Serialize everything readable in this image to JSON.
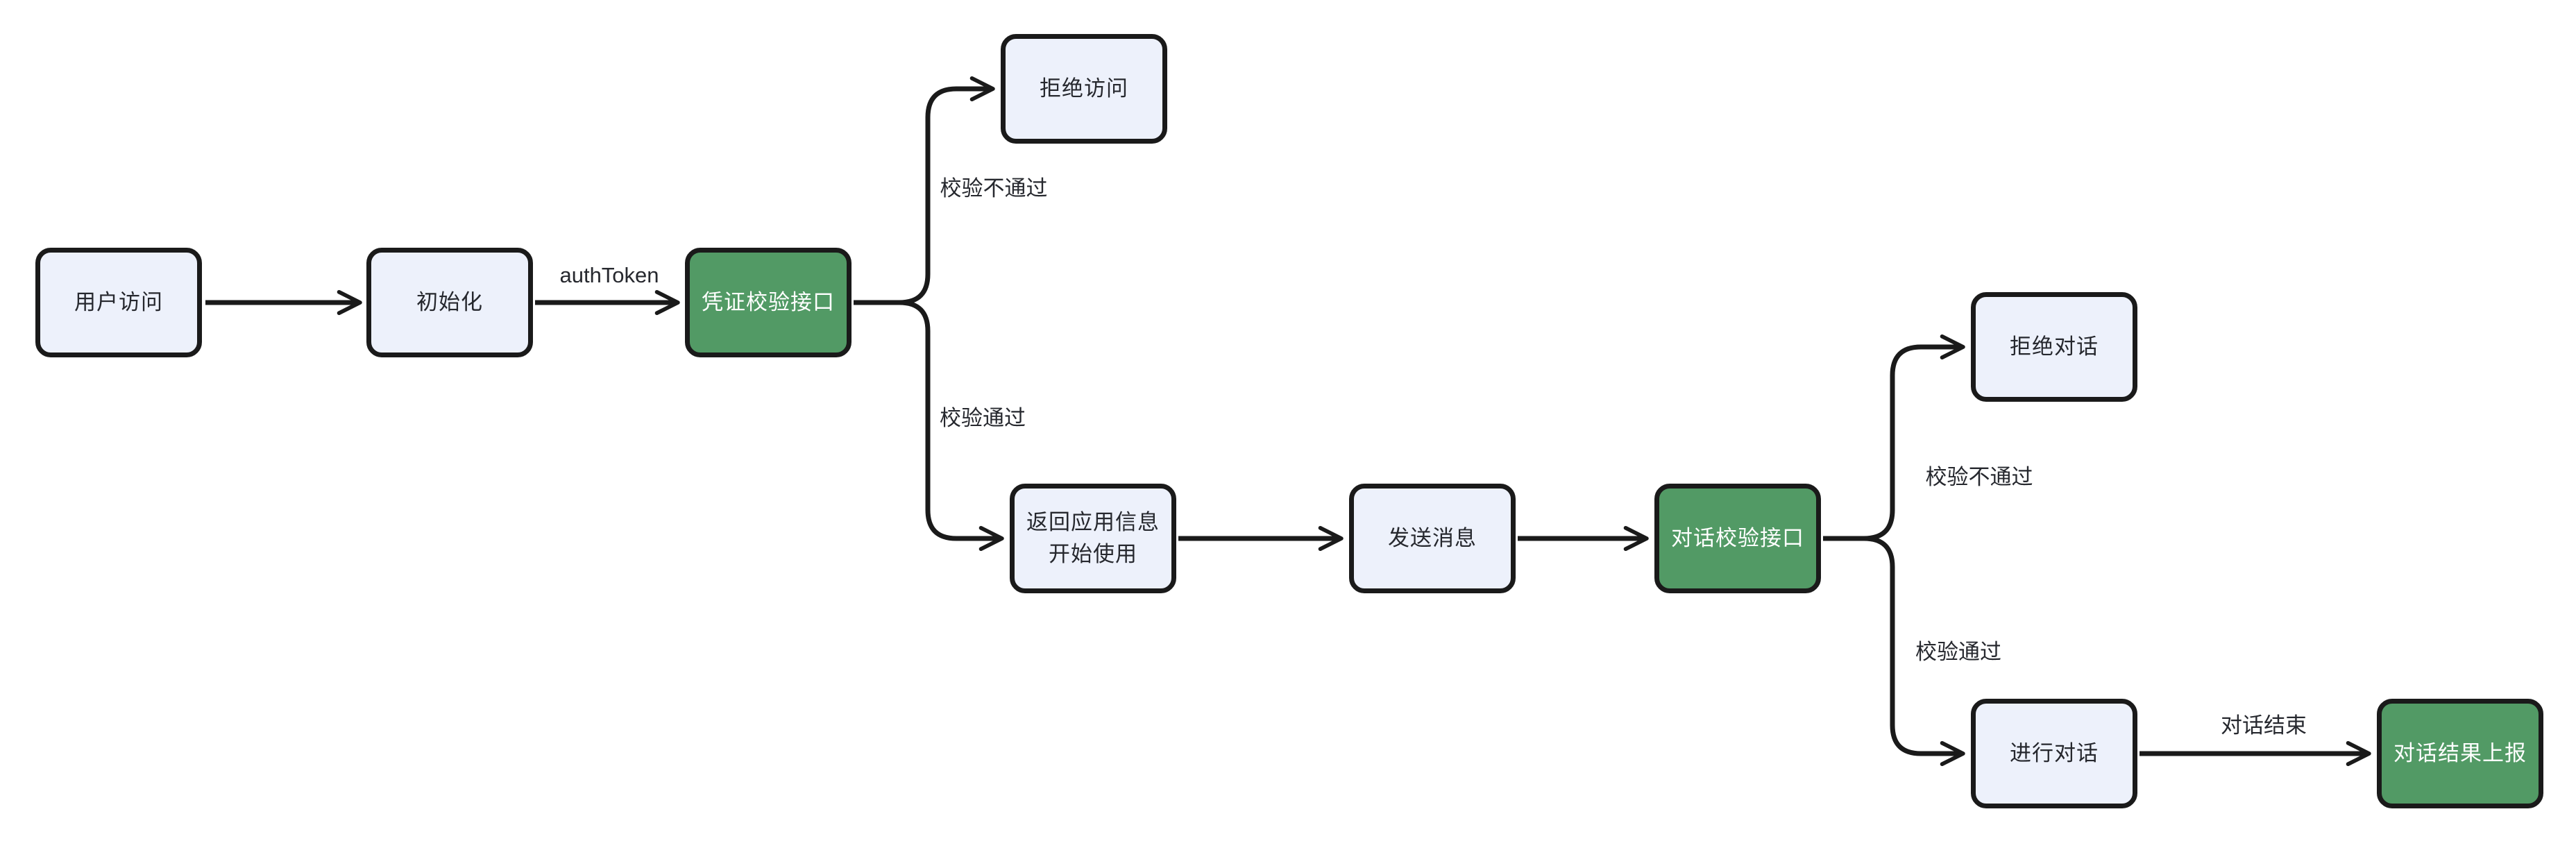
{
  "diagram": {
    "type": "flowchart",
    "background": "#ffffff",
    "colors": {
      "bg": "#ffffff",
      "node_fill": "#edf1fb",
      "node_border": "#1a1a1a",
      "accent_fill": "#529a65",
      "accent_text": "#ffffff",
      "text": "#26282e",
      "label_text": "#26282e",
      "line": "#1a1a1a"
    },
    "nodes": [
      {
        "id": "user-access",
        "label": "用户访问",
        "type": "default"
      },
      {
        "id": "init",
        "label": "初始化",
        "type": "default"
      },
      {
        "id": "credential-check-api",
        "label": "凭证校验接口",
        "type": "accent"
      },
      {
        "id": "deny-access",
        "label": "拒绝访问",
        "type": "default"
      },
      {
        "id": "return-app-info",
        "label": "返回应用信息 开始使用",
        "lines": [
          "返回应用信息",
          "开始使用"
        ],
        "type": "default"
      },
      {
        "id": "send-message",
        "label": "发送消息",
        "type": "default"
      },
      {
        "id": "dialog-check-api",
        "label": "对话校验接口",
        "type": "accent"
      },
      {
        "id": "deny-dialog",
        "label": "拒绝对话",
        "type": "default"
      },
      {
        "id": "conduct-dialog",
        "label": "进行对话",
        "type": "default"
      },
      {
        "id": "dialog-result-report",
        "label": "对话结果上报",
        "type": "accent"
      }
    ],
    "edges": [
      {
        "from": "user-access",
        "to": "init",
        "label": ""
      },
      {
        "from": "init",
        "to": "credential-check-api",
        "label": "authToken"
      },
      {
        "from": "credential-check-api",
        "to": "deny-access",
        "label": "校验不通过"
      },
      {
        "from": "credential-check-api",
        "to": "return-app-info",
        "label": "校验通过"
      },
      {
        "from": "return-app-info",
        "to": "send-message",
        "label": ""
      },
      {
        "from": "send-message",
        "to": "dialog-check-api",
        "label": ""
      },
      {
        "from": "dialog-check-api",
        "to": "deny-dialog",
        "label": "校验不通过"
      },
      {
        "from": "dialog-check-api",
        "to": "conduct-dialog",
        "label": "校验通过"
      },
      {
        "from": "conduct-dialog",
        "to": "dialog-result-report",
        "label": "对话结束"
      }
    ]
  }
}
